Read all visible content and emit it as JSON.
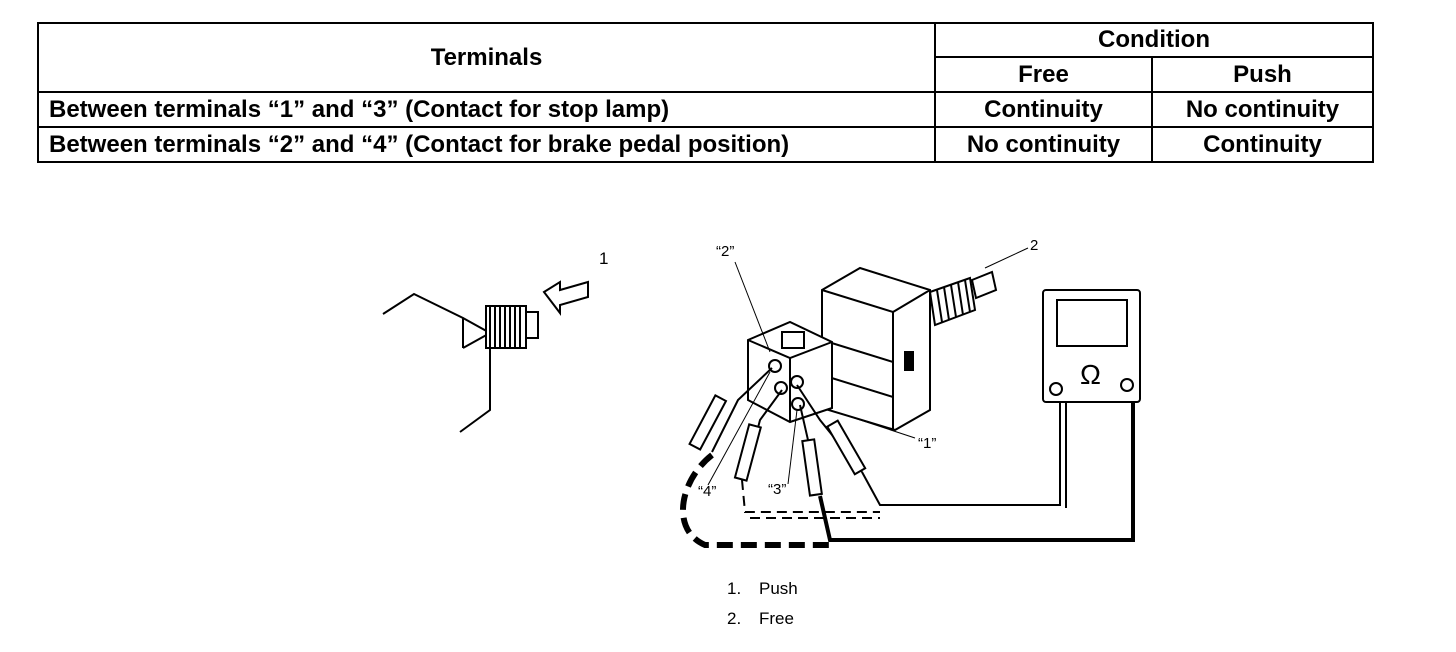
{
  "table": {
    "header_terminals": "Terminals",
    "header_condition": "Condition",
    "header_free": "Free",
    "header_push": "Push",
    "rows": [
      {
        "terminals": "Between terminals “1” and “3” (Contact for stop lamp)",
        "free": "Continuity",
        "push": "No continuity"
      },
      {
        "terminals": "Between terminals “2” and “4” (Contact for brake pedal position)",
        "free": "No continuity",
        "push": "Continuity"
      }
    ]
  },
  "figure": {
    "callout_1": "1",
    "callout_2": "2",
    "terminal_1": "“1”",
    "terminal_2": "“2”",
    "terminal_3": "“3”",
    "terminal_4": "“4”",
    "ohm_symbol": "Ω",
    "ohmmeter_icon": "ohmmeter-icon"
  },
  "legend": [
    {
      "num": "1.",
      "label": "Push"
    },
    {
      "num": "2.",
      "label": "Free"
    }
  ]
}
